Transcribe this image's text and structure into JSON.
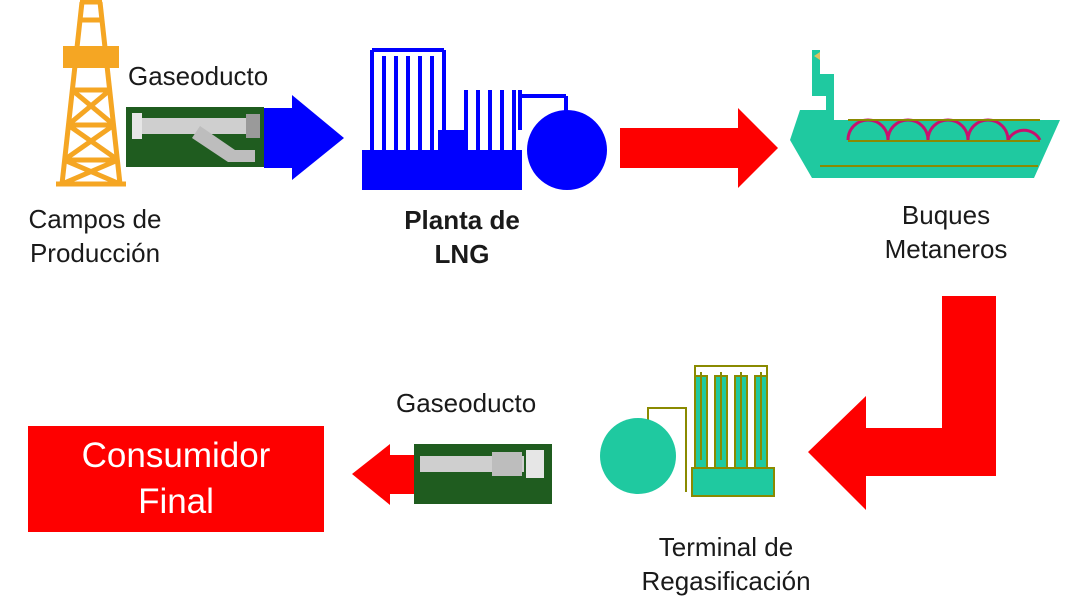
{
  "labels": {
    "pipeline_top": "Gaseoducto",
    "production_line1": "Campos de",
    "production_line2": "Producción",
    "plant_line1": "Planta de",
    "plant_line2": "LNG",
    "ships_line1": "Buques",
    "ships_line2": "Metaneros",
    "pipeline_bottom": "Gaseoducto",
    "terminal_line1": "Terminal de",
    "terminal_line2": "Regasificación",
    "consumer_line1": "Consumidor",
    "consumer_line2": "Final"
  },
  "colors": {
    "derrick": "#f5a623",
    "pipeline_bg": "#1f5c1f",
    "pipe": "#c8c8c8",
    "plant": "#0000ff",
    "arrow_blue": "#0000ff",
    "arrow_red": "#fe0000",
    "ship": "#1fc9a0",
    "ship_domes": "#c8106e",
    "terminal": "#1fc9a0",
    "terminal_outline": "#8a8a00",
    "consumer_box": "#fe0000"
  },
  "icons": [
    "oil-derrick-icon",
    "pipeline-icon",
    "lng-plant-icon",
    "lng-ship-icon",
    "regasification-terminal-icon"
  ]
}
